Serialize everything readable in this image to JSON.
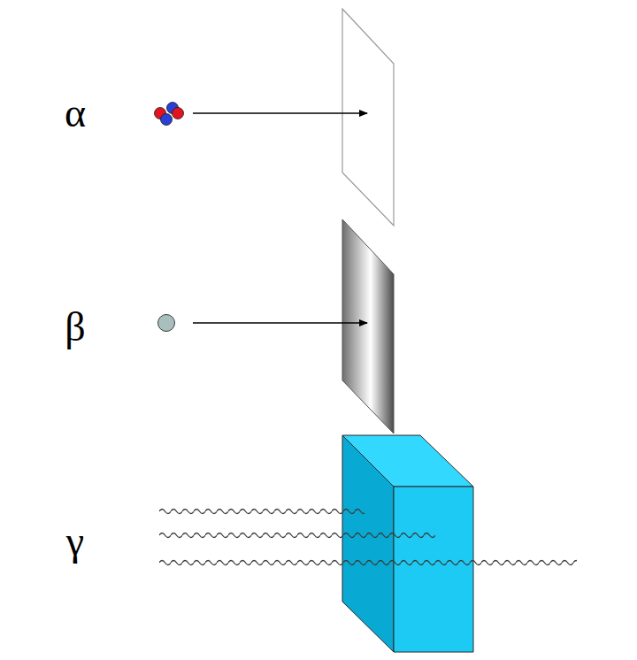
{
  "diagram": {
    "labels": [
      "α",
      "β",
      "γ"
    ]
  }
}
